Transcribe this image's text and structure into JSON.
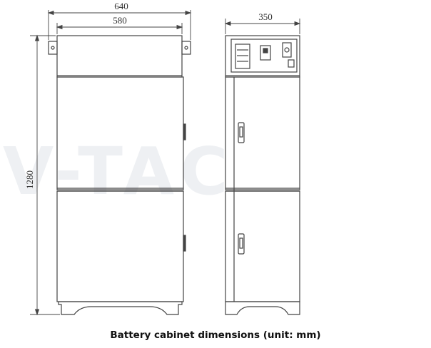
{
  "dimensions": {
    "overall_width": "640",
    "inner_width": "580",
    "depth": "350",
    "height": "1280"
  },
  "watermark": "V-TAC",
  "caption": "Battery cabinet dimensions (unit: mm)",
  "colors": {
    "line": "#444444",
    "watermark": "#eef0f3"
  }
}
